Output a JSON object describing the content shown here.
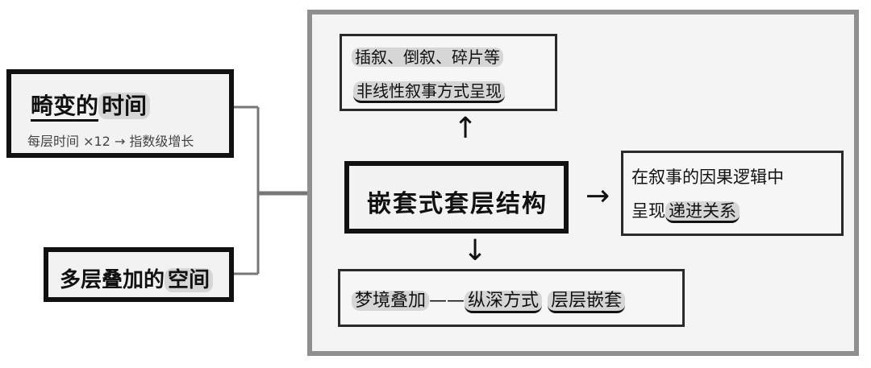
{
  "left": {
    "time_box": {
      "title_a": "畸变的",
      "title_b": "时间",
      "subtitle": "每层时间 ×12 → 指数级增长"
    },
    "space_box": {
      "title_a": "多层叠加的",
      "title_b": "空间"
    }
  },
  "center": {
    "core_label": "嵌套式套层结构"
  },
  "top_box": {
    "line1": "插叙、倒叙、碎片等",
    "line2": "非线性叙事方式呈现"
  },
  "right_box": {
    "line1": "在叙事的因果逻辑中",
    "line2_a": "呈现",
    "line2_b": "递进关系"
  },
  "bottom_box": {
    "text_a": "梦境叠加",
    "text_b": "——",
    "text_c": "纵深方式",
    "text_d": "层层嵌套"
  },
  "arrows": {
    "up": "↑",
    "right": "→",
    "down": "↓"
  }
}
